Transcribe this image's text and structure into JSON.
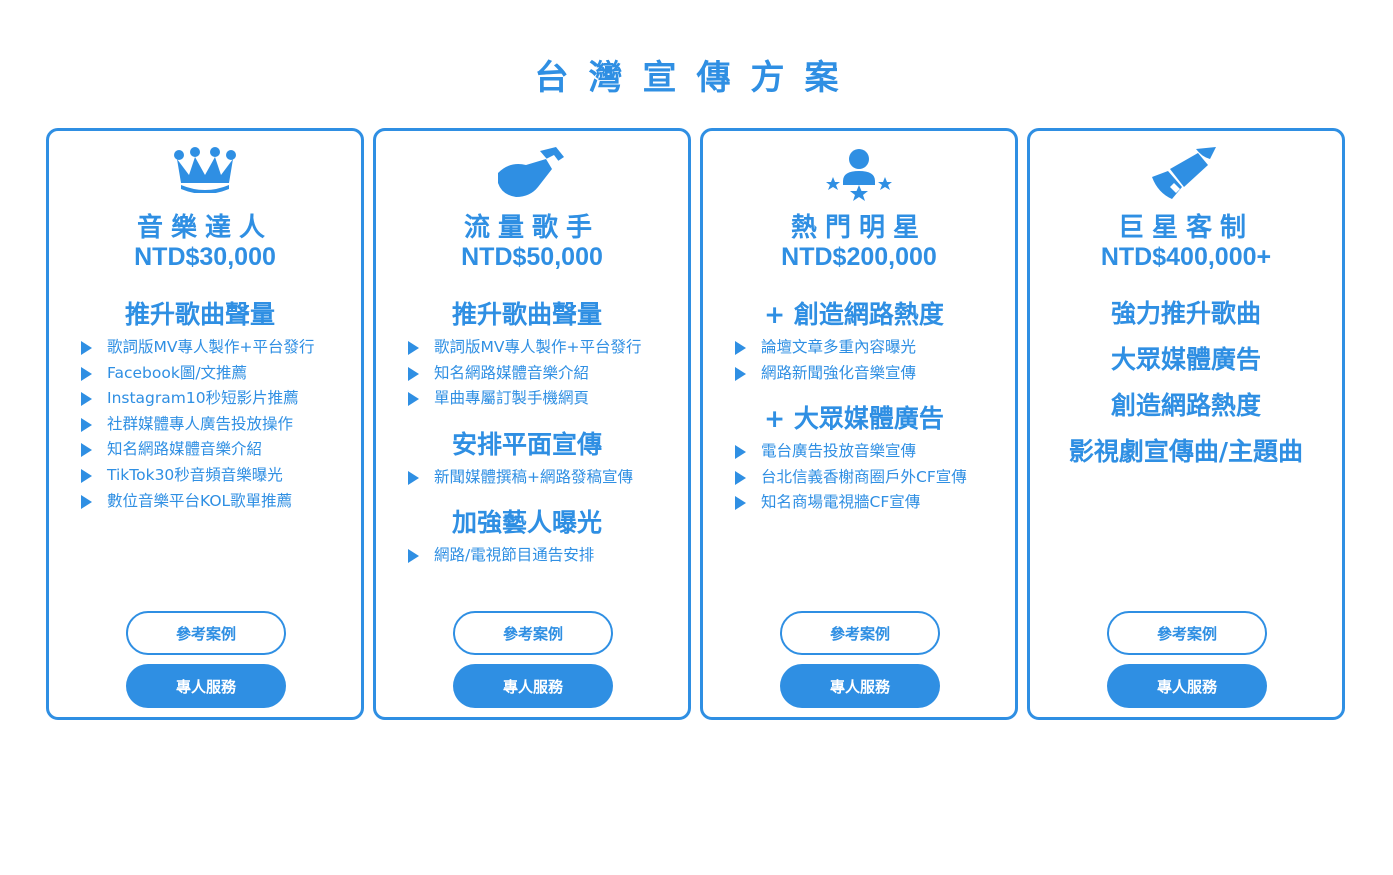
{
  "page": {
    "title": "台灣宣傳方案",
    "accent_color": "#2f8fe3"
  },
  "plans": [
    {
      "icon": "crown-icon",
      "name": "音樂達人",
      "price": "NTD$30,000",
      "sections": [
        {
          "heading": "推升歌曲聲量",
          "items": [
            "歌詞版MV專人製作+平台發行",
            "Facebook圖/文推薦",
            "Instagram10秒短影片推薦",
            "社群媒體專人廣告投放操作",
            "知名網路媒體音樂介紹",
            "TikTok30秒音頻音樂曝光",
            "數位音樂平台KOL歌單推薦"
          ]
        }
      ],
      "buttons": {
        "reference": "參考案例",
        "service": "專人服務"
      }
    },
    {
      "icon": "handshake-icon",
      "name": "流量歌手",
      "price": "NTD$50,000",
      "sections": [
        {
          "heading": "推升歌曲聲量",
          "items": [
            "歌詞版MV專人製作+平台發行",
            "知名網路媒體音樂介紹",
            "單曲專屬訂製手機網頁"
          ]
        },
        {
          "heading": "安排平面宣傳",
          "items": [
            "新聞媒體撰稿+網路發稿宣傳"
          ]
        },
        {
          "heading": "加強藝人曝光",
          "items": [
            "網路/電視節目通告安排"
          ]
        }
      ],
      "buttons": {
        "reference": "參考案例",
        "service": "專人服務"
      }
    },
    {
      "icon": "star-person-icon",
      "name": "熱門明星",
      "price": "NTD$200,000",
      "sections": [
        {
          "heading": "+ 創造網路熱度",
          "items": [
            "論壇文章多重內容曝光",
            "網路新聞強化音樂宣傳"
          ]
        },
        {
          "heading": "+ 大眾媒體廣告",
          "items": [
            "電台廣告投放音樂宣傳",
            "台北信義香榭商圈戶外CF宣傳",
            "知名商場電視牆CF宣傳"
          ]
        }
      ],
      "buttons": {
        "reference": "參考案例",
        "service": "專人服務"
      }
    },
    {
      "icon": "deal-hand-icon",
      "name": "巨星客制",
      "price": "NTD$400,000+",
      "highlights": [
        "強力推升歌曲",
        "大眾媒體廣告",
        "創造網路熱度",
        "影視劇宣傳曲/主題曲"
      ],
      "buttons": {
        "reference": "參考案例",
        "service": "專人服務"
      }
    }
  ]
}
